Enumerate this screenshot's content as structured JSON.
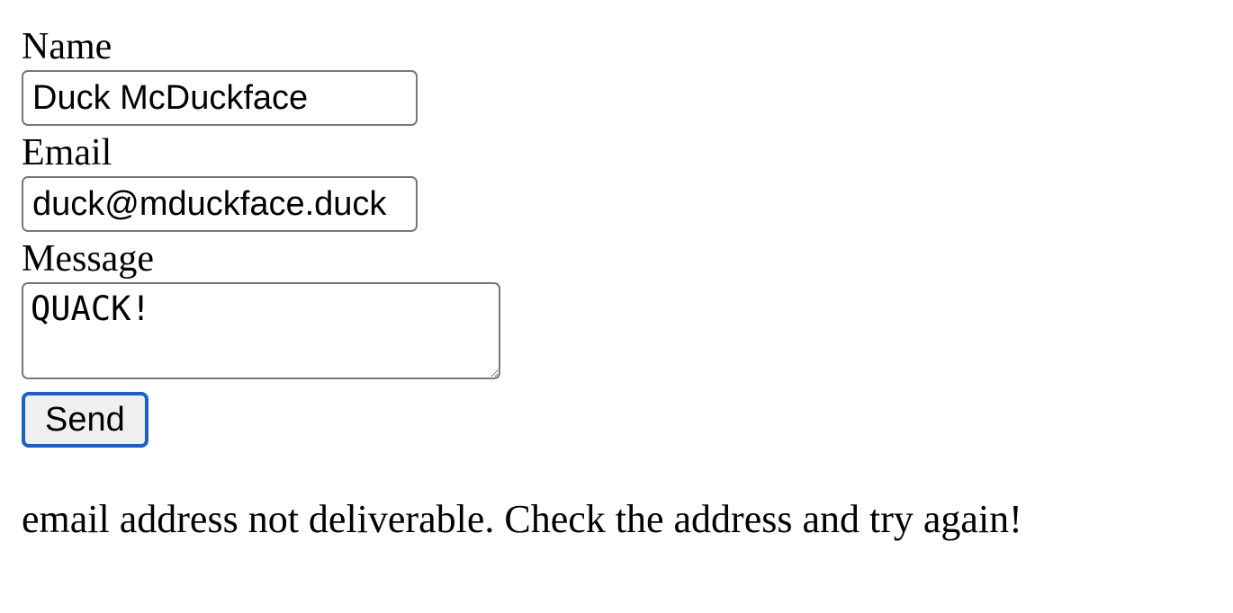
{
  "form": {
    "name_label": "Name",
    "name_value": "Duck McDuckface",
    "email_label": "Email",
    "email_value": "duck@mduckface.duck",
    "message_label": "Message",
    "message_value": "QUACK!",
    "send_label": "Send"
  },
  "status": {
    "message": "email address not deliverable. Check the address and try again!"
  },
  "colors": {
    "button_focus_border": "#1d5fc6",
    "input_border": "#777777",
    "button_background": "#efefef"
  }
}
